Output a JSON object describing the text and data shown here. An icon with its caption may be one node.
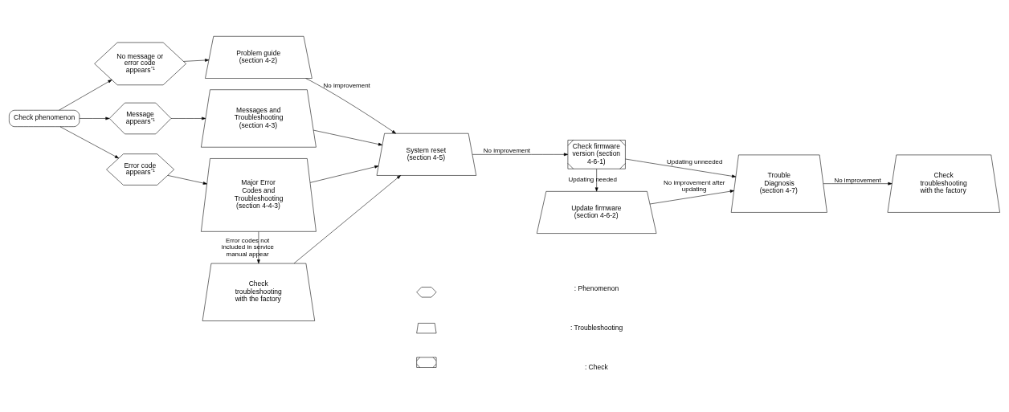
{
  "diagram": {
    "nodes": [
      {
        "text": [
          "Check phenomenon"
        ]
      },
      {
        "text": [
          "No message or error code appears$^{*1}$"
        ]
      },
      {
        "text": [
          "Problem guide (section 4-2)"
        ]
      },
      {
        "text": [
          "Message appears$^{*1}$"
        ]
      },
      {
        "text": [
          "Messages and Troubleshooting (section 4-3)"
        ]
      },
      {
        "text": [
          "Error code appears$^{*1}$"
        ]
      },
      {
        "text": [
          "Major Error Codes and Troubleshooting (section 4-4-3)"
        ]
      },
      {
        "text": [
          "Check troubleshooting with the factory"
        ]
      },
      {
        "text": [
          "System reset (section 4-5)"
        ]
      },
      {
        "text": [
          "Check firmware version (section 4-6-1)"
        ]
      },
      {
        "text": [
          "Update firmware (section 4-6-2)"
        ]
      },
      {
        "text": [
          "Trouble Diagnosis (section 4-7)"
        ]
      },
      {
        "text": [
          "Check troubleshooting with the factory"
        ]
      }
    ],
    "edges": [
      {
        "from": 0,
        "to": 1,
        "arrow": "to"
      },
      {
        "from": 0,
        "to": 3,
        "arrow": "to"
      },
      {
        "from": 0,
        "to": 5,
        "arrow": "to"
      },
      {
        "from": 1,
        "to": 2,
        "arrow": "to"
      },
      {
        "from": 3,
        "to": 4,
        "arrow": "to"
      },
      {
        "from": 5,
        "to": 6,
        "arrow": "to"
      },
      {
        "from": 6,
        "to": 7,
        "arrow": "to",
        "label": "Error codes not included in service manual appear"
      },
      {
        "from": 2,
        "to": 8,
        "arrow": "to",
        "label": "No improvement"
      },
      {
        "from": 4,
        "to": 8,
        "arrow": "to"
      },
      {
        "from": 6,
        "to": 8,
        "arrow": "to"
      },
      {
        "from": 7,
        "to": 8,
        "arrow": "to"
      },
      {
        "from": 8,
        "to": 9,
        "arrow": "to",
        "label": "No improvement"
      },
      {
        "from": 9,
        "to": 11,
        "arrow": "to",
        "label": "Updating unneeded"
      },
      {
        "from": 9,
        "to": 10,
        "arrow": "to",
        "label": "Updating needed"
      },
      {
        "from": 10,
        "to": 11,
        "arrow": "to",
        "label": "No improvement after updating"
      },
      {
        "from": 11,
        "to": 12,
        "arrow": "to",
        "label": "No improvement"
      }
    ],
    "legend": [
      {
        "text": ": Phenomenon"
      },
      {
        "text": ": Troubleshooting"
      },
      {
        "text": ": Check"
      }
    ]
  }
}
